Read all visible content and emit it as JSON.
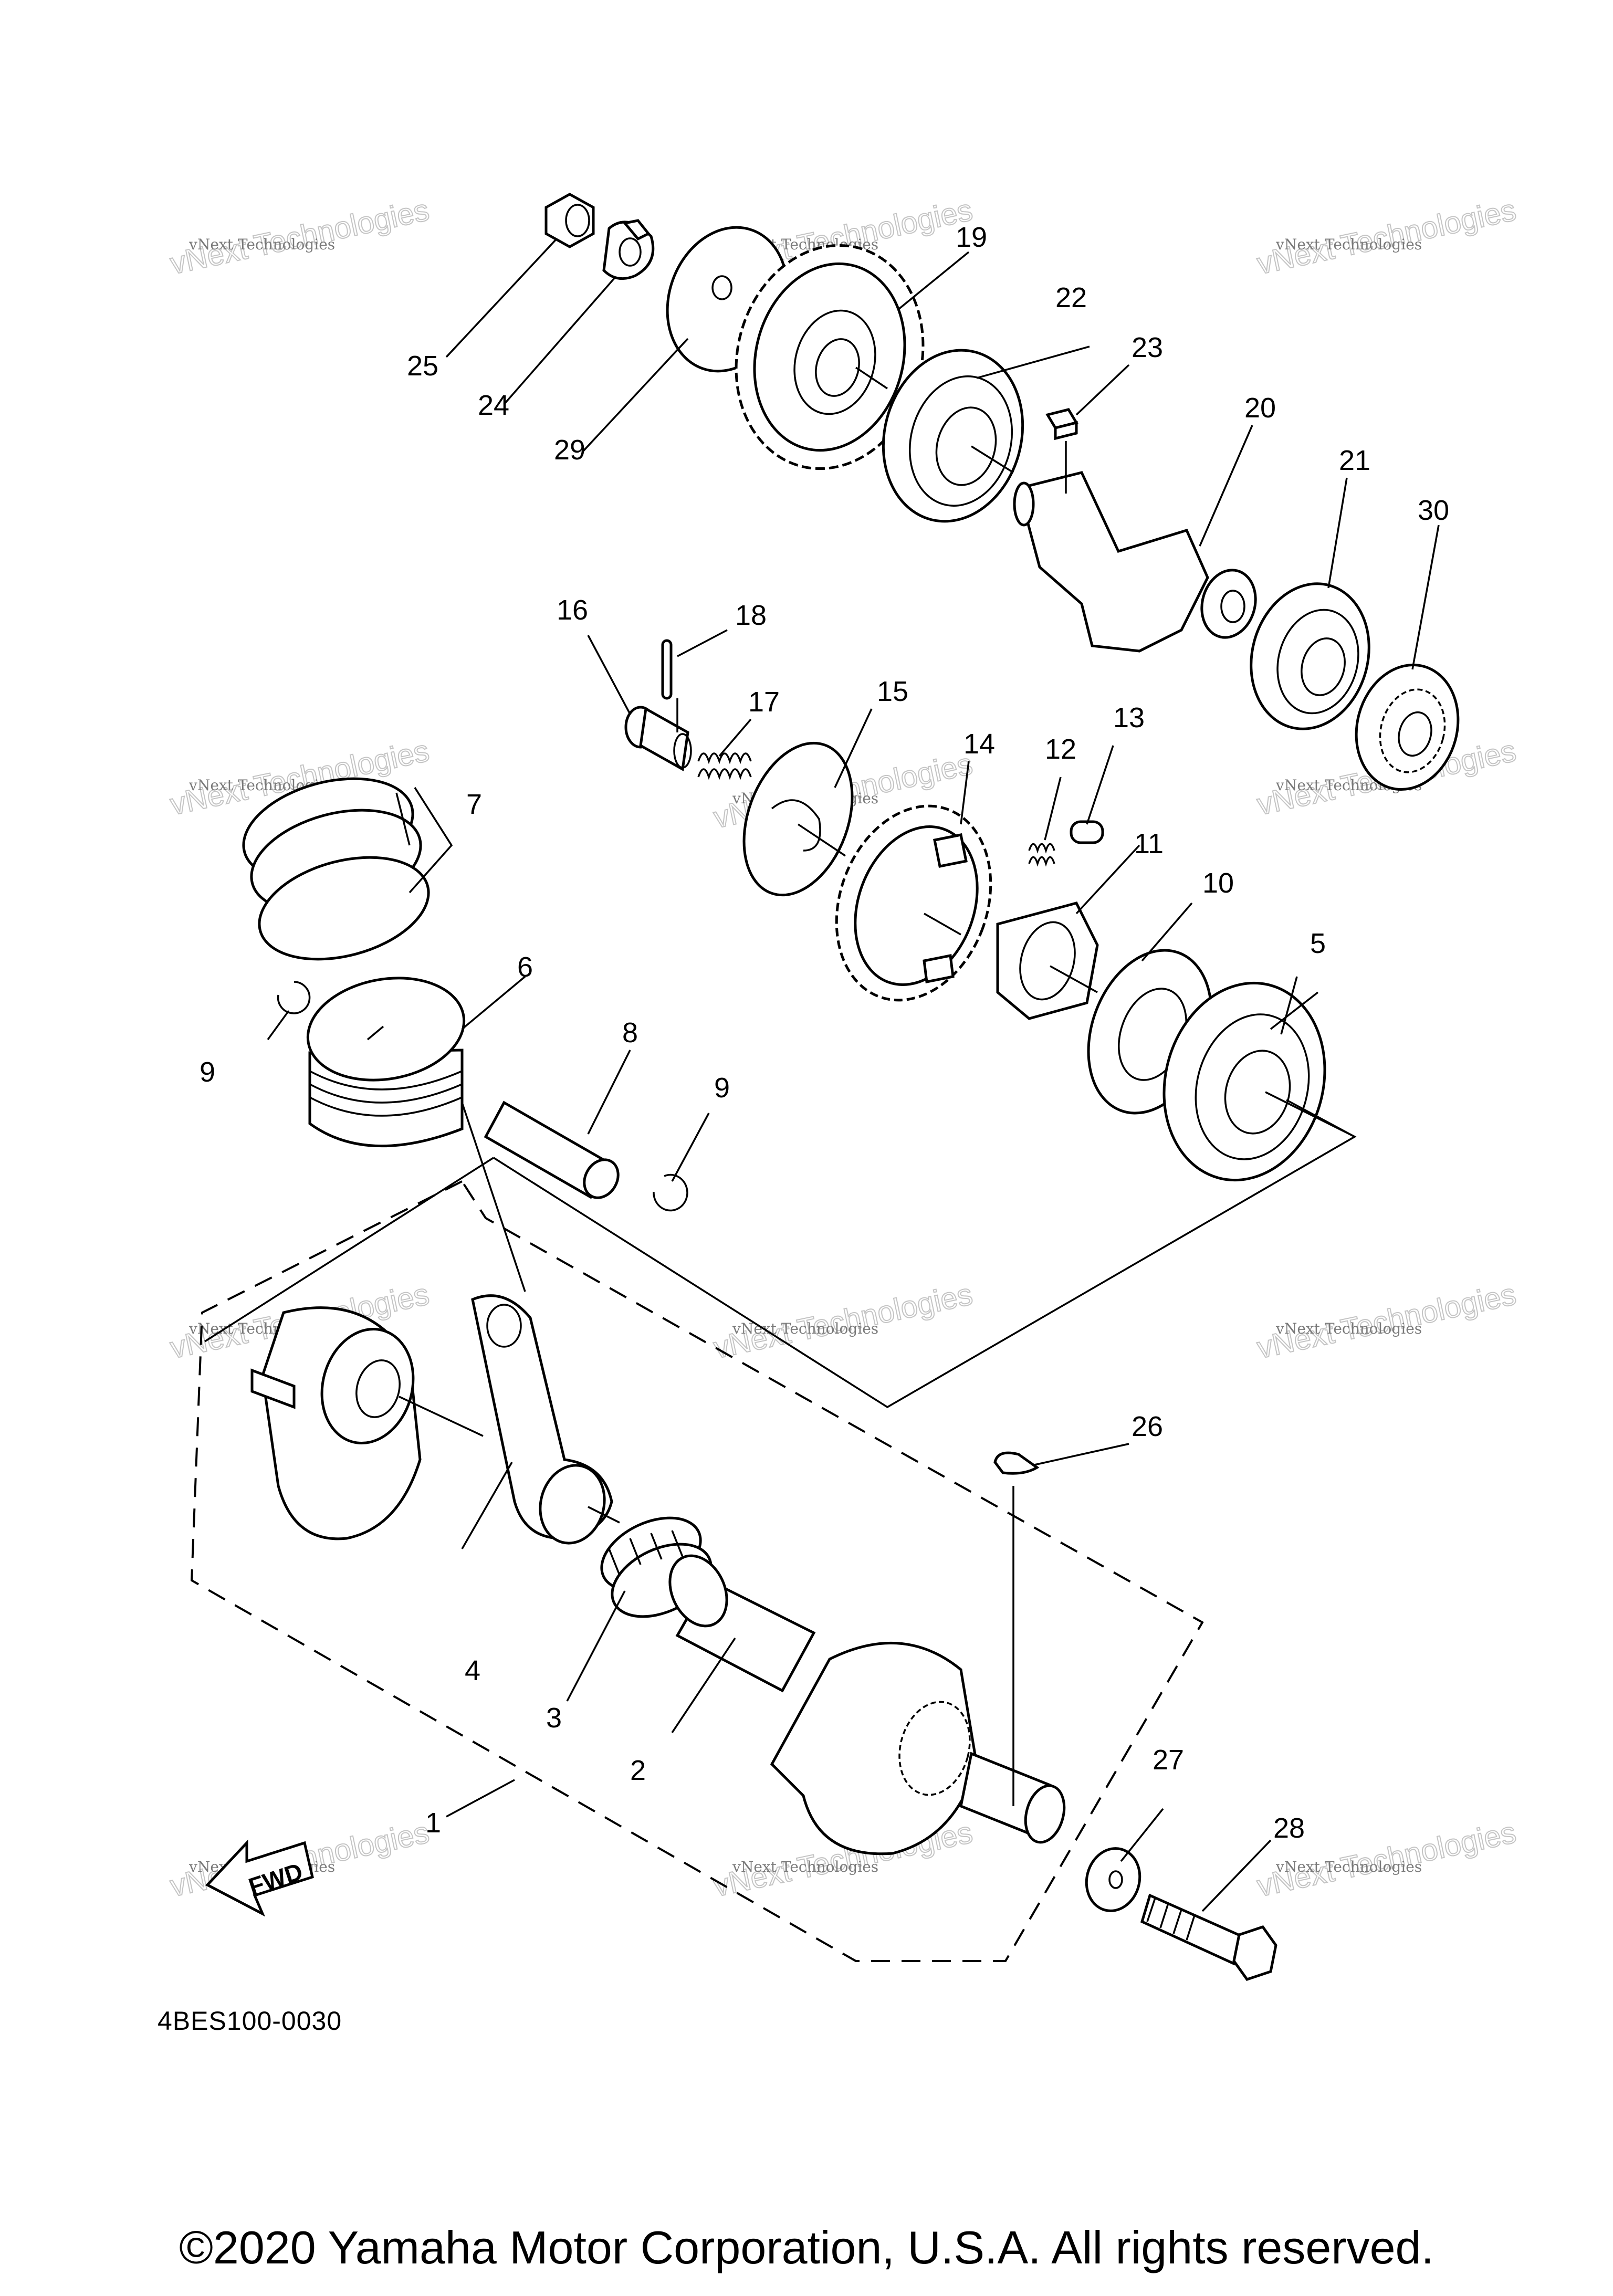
{
  "diagram": {
    "callouts": [
      {
        "id": "1",
        "text": "1"
      },
      {
        "id": "2",
        "text": "2"
      },
      {
        "id": "3",
        "text": "3"
      },
      {
        "id": "4",
        "text": "4"
      },
      {
        "id": "5",
        "text": "5"
      },
      {
        "id": "6",
        "text": "6"
      },
      {
        "id": "7",
        "text": "7"
      },
      {
        "id": "8",
        "text": "8"
      },
      {
        "id": "9a",
        "text": "9"
      },
      {
        "id": "9b",
        "text": "9"
      },
      {
        "id": "10",
        "text": "10"
      },
      {
        "id": "11",
        "text": "11"
      },
      {
        "id": "12",
        "text": "12"
      },
      {
        "id": "13",
        "text": "13"
      },
      {
        "id": "14",
        "text": "14"
      },
      {
        "id": "15",
        "text": "15"
      },
      {
        "id": "16",
        "text": "16"
      },
      {
        "id": "17",
        "text": "17"
      },
      {
        "id": "18",
        "text": "18"
      },
      {
        "id": "19",
        "text": "19"
      },
      {
        "id": "20",
        "text": "20"
      },
      {
        "id": "21",
        "text": "21"
      },
      {
        "id": "22",
        "text": "22"
      },
      {
        "id": "23",
        "text": "23"
      },
      {
        "id": "24",
        "text": "24"
      },
      {
        "id": "25",
        "text": "25"
      },
      {
        "id": "26",
        "text": "26"
      },
      {
        "id": "27",
        "text": "27"
      },
      {
        "id": "28",
        "text": "28"
      },
      {
        "id": "29",
        "text": "29"
      },
      {
        "id": "30",
        "text": "30"
      }
    ],
    "fwd_label": "FWD",
    "code": "4BES100-0030",
    "watermark": {
      "small": "vNext Technologies",
      "big": "vNext Technologies"
    }
  },
  "footer": {
    "copyright": "©2020 Yamaha Motor Corporation, U.S.A. All rights reserved."
  }
}
